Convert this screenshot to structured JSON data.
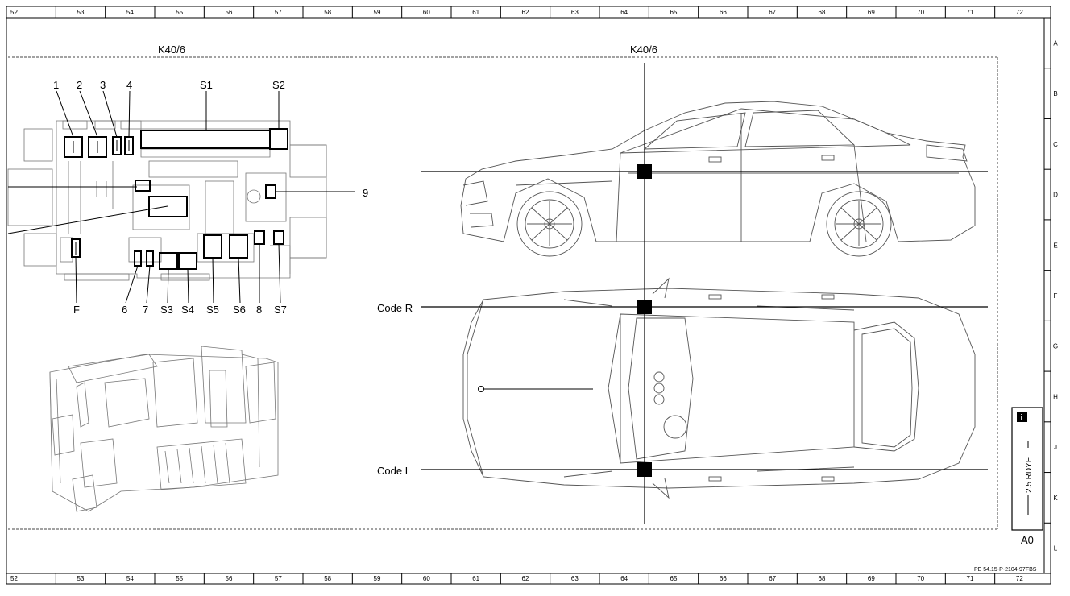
{
  "grid": {
    "columns": [
      "52",
      "53",
      "54",
      "55",
      "56",
      "57",
      "58",
      "59",
      "60",
      "61",
      "62",
      "63",
      "64",
      "65",
      "66",
      "67",
      "68",
      "69",
      "70",
      "71",
      "72"
    ],
    "rows": [
      "A",
      "B",
      "C",
      "D",
      "E",
      "F",
      "G",
      "H",
      "J",
      "K",
      "L"
    ]
  },
  "labels": {
    "k40_left": "K40/6",
    "k40_right": "K40/6",
    "code_r": "Code R",
    "code_l": "Code L",
    "sheet_ref": "PE 54.15-P-2104-97FBS",
    "wire_spec": "2.5 RDYE",
    "info_icon": "i",
    "wire_id": "A0"
  },
  "callouts_top": [
    "1",
    "2",
    "3",
    "4",
    "S1",
    "S2"
  ],
  "callouts_bottom": [
    "F",
    "6",
    "7",
    "S3",
    "S4",
    "S5",
    "S6",
    "8",
    "S7"
  ],
  "callout_right": "9"
}
